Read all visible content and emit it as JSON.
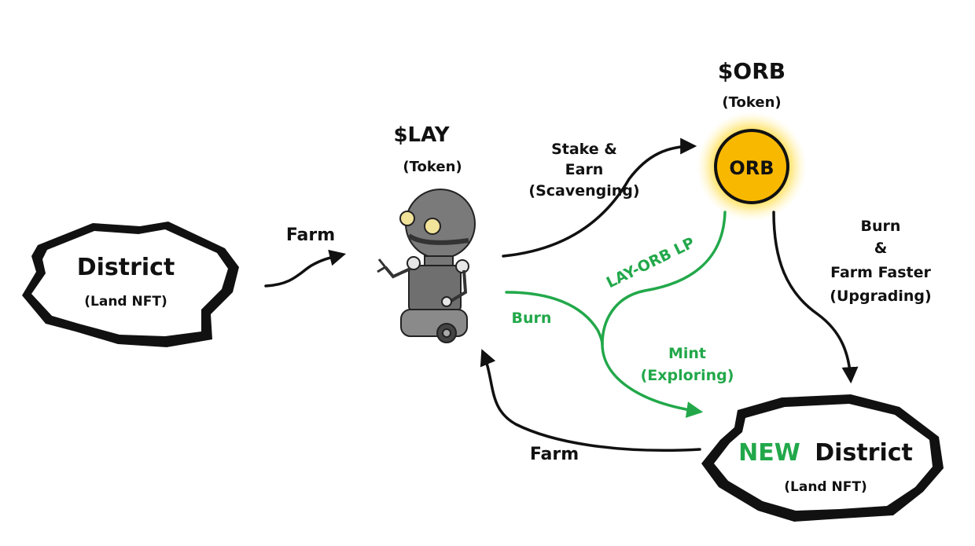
{
  "district": {
    "title": "District",
    "subtitle": "(Land NFT)"
  },
  "lay": {
    "title": "$LAY",
    "subtitle": "(Token)"
  },
  "orb": {
    "title": "$ORB",
    "subtitle": "(Token)",
    "coin_label": "ORB"
  },
  "new_district": {
    "title_highlight": "NEW",
    "title": "District",
    "subtitle": "(Land NFT)"
  },
  "edges": {
    "farm_top": "Farm",
    "stake_line1": "Stake &",
    "stake_line2": "Earn",
    "stake_line3": "(Scavenging)",
    "lp": "LAY-ORB LP",
    "burn_green": "Burn",
    "mint_line1": "Mint",
    "mint_line2": "(Exploring)",
    "burn_line1": "Burn",
    "burn_line2": "&",
    "burn_line3": "Farm Faster",
    "burn_line4": "(Upgrading)",
    "farm_bottom": "Farm"
  },
  "colors": {
    "green": "#22a84a",
    "coin": "#f9b800",
    "coin_glow": "#ffe36a",
    "robot": "#7a7a7a"
  },
  "icons": [
    "robot-icon",
    "orb-coin-icon"
  ]
}
